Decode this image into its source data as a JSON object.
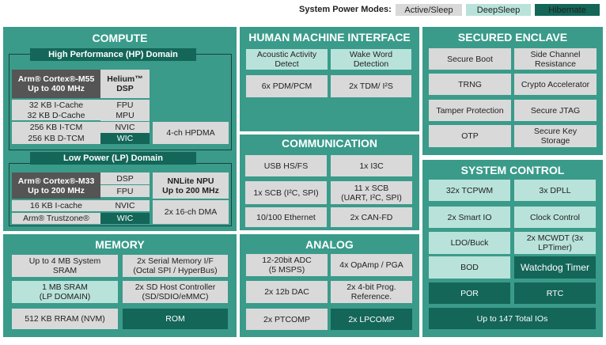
{
  "legend": {
    "label": "System Power Modes:",
    "active_sleep": "Active/Sleep",
    "deep_sleep": "DeepSleep",
    "hibernate": "Hibernate"
  },
  "compute": {
    "title": "COMPUTE",
    "hp": {
      "title": "High Performance (HP) Domain",
      "core": "Arm® Cortex®-M55\nUp to 400 MHz",
      "icache": "32 KB I-Cache",
      "dcache": "32 KB D-Cache",
      "itcm": "256 KB I-TCM",
      "dtcm": "256 KB D-TCM",
      "helium": "Helium™\nDSP",
      "fpu": "FPU",
      "mpu": "MPU",
      "nvic": "NVIC",
      "wic": "WIC",
      "dma": "4-ch HPDMA"
    },
    "lp": {
      "title": "Low Power (LP) Domain",
      "core": "Arm® Cortex®-M33\nUp to 200 MHz",
      "icache": "16 KB I-cache",
      "trustzone": "Arm® Trustzone®",
      "dsp": "DSP",
      "fpu": "FPU",
      "nvic": "NVIC",
      "wic": "WIC",
      "npu": "NNLite NPU\nUp to 200 MHz",
      "dma": "2x 16-ch DMA"
    }
  },
  "memory": {
    "title": "MEMORY",
    "sram": "Up to 4 MB System\nSRAM",
    "serial": "2x Serial Memory I/F\n(Octal SPI / HyperBus)",
    "lp_sram": "1 MB SRAM\n(LP DOMAIN)",
    "sd": "2x SD Host Controller\n(SD/SDIO/eMMC)",
    "rram": "512 KB RRAM (NVM)",
    "rom": "ROM"
  },
  "hmi": {
    "title": "HUMAN MACHINE INTERFACE",
    "acoustic": "Acoustic Activity\nDetect",
    "wake": "Wake Word\nDetection",
    "pdm": "6x PDM/PCM",
    "tdm": "2x TDM/ I²S"
  },
  "comm": {
    "title": "COMMUNICATION",
    "usb": "USB HS/FS",
    "i3c": "1x I3C",
    "scb1": "1x SCB (I²C, SPI)",
    "scb11": "11 x SCB\n(UART, I²C, SPI)",
    "eth": "10/100 Ethernet",
    "can": "2x CAN-FD"
  },
  "analog": {
    "title": "ANALOG",
    "adc": "12-20bit ADC\n(5 MSPS)",
    "opamp": "4x OpAmp / PGA",
    "dac": "2x 12b DAC",
    "ref": "2x 4-bit Prog.\nReference.",
    "ptcomp": "2x PTCOMP",
    "lpcomp": "2x LPCOMP"
  },
  "secured": {
    "title": "SECURED ENCLAVE",
    "boot": "Secure Boot",
    "side": "Side Channel\nResistance",
    "trng": "TRNG",
    "crypto": "Crypto Accelerator",
    "tamper": "Tamper Protection",
    "jtag": "Secure JTAG",
    "otp": "OTP",
    "keystore": "Secure Key\nStorage"
  },
  "system": {
    "title": "SYSTEM CONTROL",
    "tcpwm": "32x TCPWM",
    "dpll": "3x DPLL",
    "smartio": "2x Smart IO",
    "clock": "Clock Control",
    "ldo": "LDO/Buck",
    "mcwdt": "2x MCWDT (3x\nLPTimer)",
    "bod": "BOD",
    "watchdog": "Watchdog Timer",
    "por": "POR",
    "rtc": "RTC",
    "ios": "Up to 147 Total IOs"
  }
}
